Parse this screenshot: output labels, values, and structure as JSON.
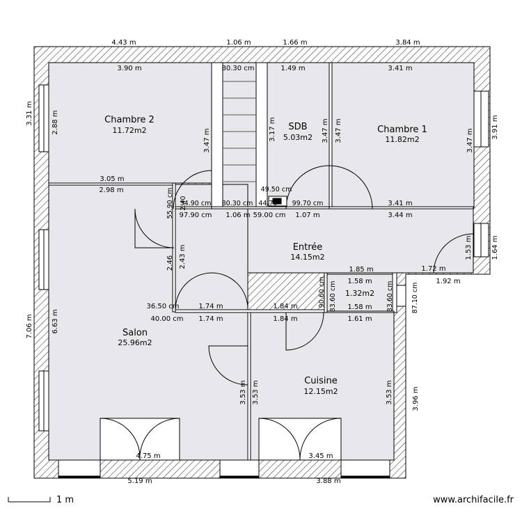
{
  "rooms": {
    "chambre2": {
      "name": "Chambre 2",
      "area": "11.72m2"
    },
    "sdb": {
      "name": "SDB",
      "area": "5.03m2"
    },
    "chambre1": {
      "name": "Chambre 1",
      "area": "11.82m2"
    },
    "entree": {
      "name": "Entrée",
      "area": "14.15m2"
    },
    "placard": {
      "area": "1.32m2"
    },
    "salon": {
      "name": "Salon",
      "area": "25.96m2"
    },
    "cuisine": {
      "name": "Cuisine",
      "area": "12.15m2"
    }
  },
  "dims": {
    "top_443": "4.43 m",
    "top_106": "1.06 m",
    "top_166": "1.66 m",
    "top_384": "3.84 m",
    "in_390": "3.90 m",
    "in_8030a": "80.30 cm",
    "in_149": "1.49 m",
    "in_341a": "3.41 m",
    "left_331": "3.31 m",
    "left_288": "2.88 m",
    "v_347a": "3.47 m",
    "v_317": "3.17 m",
    "v_347b": "3.47 m",
    "v_347c": "3.47 m",
    "v_347d": "3.47 m",
    "right_391": "3.91 m",
    "h_305": "3.05 m",
    "h_298": "2.98 m",
    "v_5590": "55.90 cm",
    "v_2640": "2.40",
    "h_9790a": "34.90 cm",
    "h_8030b": "80.30 cm",
    "h_4950": "49.50 cm",
    "h_4470": "44.70",
    "h_9970": "99.70 cm",
    "h_341b": "3.41 m",
    "h_9790b": "97.90 cm",
    "h_106b": "1.06 m",
    "h_5900": "59.00 cm",
    "h_107": "1.07 m",
    "h_344": "3.44 m",
    "v_153": "1.53 m",
    "v_164": "1.64 m",
    "v_246": "2.46",
    "v_243": "2.43 m",
    "h_185": "1.85 m",
    "h_172": "1.72 m",
    "h_192": "1.92 m",
    "v_9060": "90.60 cm",
    "v_8360a": "83.60 cm",
    "v_8360b": "83.60 cm",
    "v_8710": "87.10 cm",
    "h_158a": "1.58 m",
    "h_158b": "1.58 m",
    "h_3650": "36.50 cm",
    "h_174a": "1.74 m",
    "h_184a": "1.84 m",
    "h_4000": "40.00 cm",
    "h_174b": "1.74 m",
    "h_184b": "1.84 m",
    "h_161": "1.61 m",
    "left_706": "7.06 m",
    "left_663": "6.63 m",
    "v_353a": "3.53 m",
    "v_353b": "3.53 m",
    "v_353c": "3.53 m",
    "right_396": "3.96 m",
    "bot_475": "4.75 m",
    "bot_345": "3.45 m",
    "bot_519": "5.19 m",
    "bot_388": "3.88 m"
  },
  "footer": {
    "scale": "1 m",
    "site": "www.archifacile.fr"
  },
  "colors": {
    "floor": "#e8e8ec",
    "wall_fill": "#ffffff",
    "hatch": "#444444",
    "line": "#000000"
  }
}
